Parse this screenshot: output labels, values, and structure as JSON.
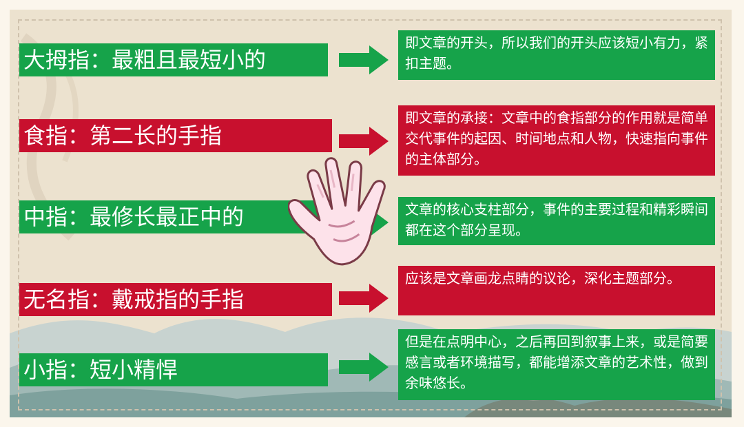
{
  "rows": [
    {
      "label": "大拇指：最粗且最短小的",
      "text": "即文章的开头，所以我们的开头应该短小有力，紧扣主题。",
      "color": "#16a34a"
    },
    {
      "label": "食指：第二长的手指",
      "text": "即文章的承接：文章中的食指部分的作用就是简单交代事件的起因、时间地点和人物，快速指向事件的主体部分。",
      "color": "#c8102e"
    },
    {
      "label": "中指：最修长最正中的",
      "text": "文章的核心支柱部分，事件的主要过程和精彩瞬间都在这个部分呈现。",
      "color": "#16a34a"
    },
    {
      "label": "无名指：戴戒指的手指",
      "text": "应该是文章画龙点睛的议论，深化主题部分。",
      "color": "#c8102e"
    },
    {
      "label": "小指：短小精悍",
      "text": "但是在点明中心，之后再回到叙事上来，或是简要感言或者环境描写，都能增添文章的艺术性，做到余味悠长。",
      "color": "#16a34a"
    }
  ],
  "icons": {
    "hand": "open-hand-icon",
    "arrow": "right-arrow-icon"
  }
}
